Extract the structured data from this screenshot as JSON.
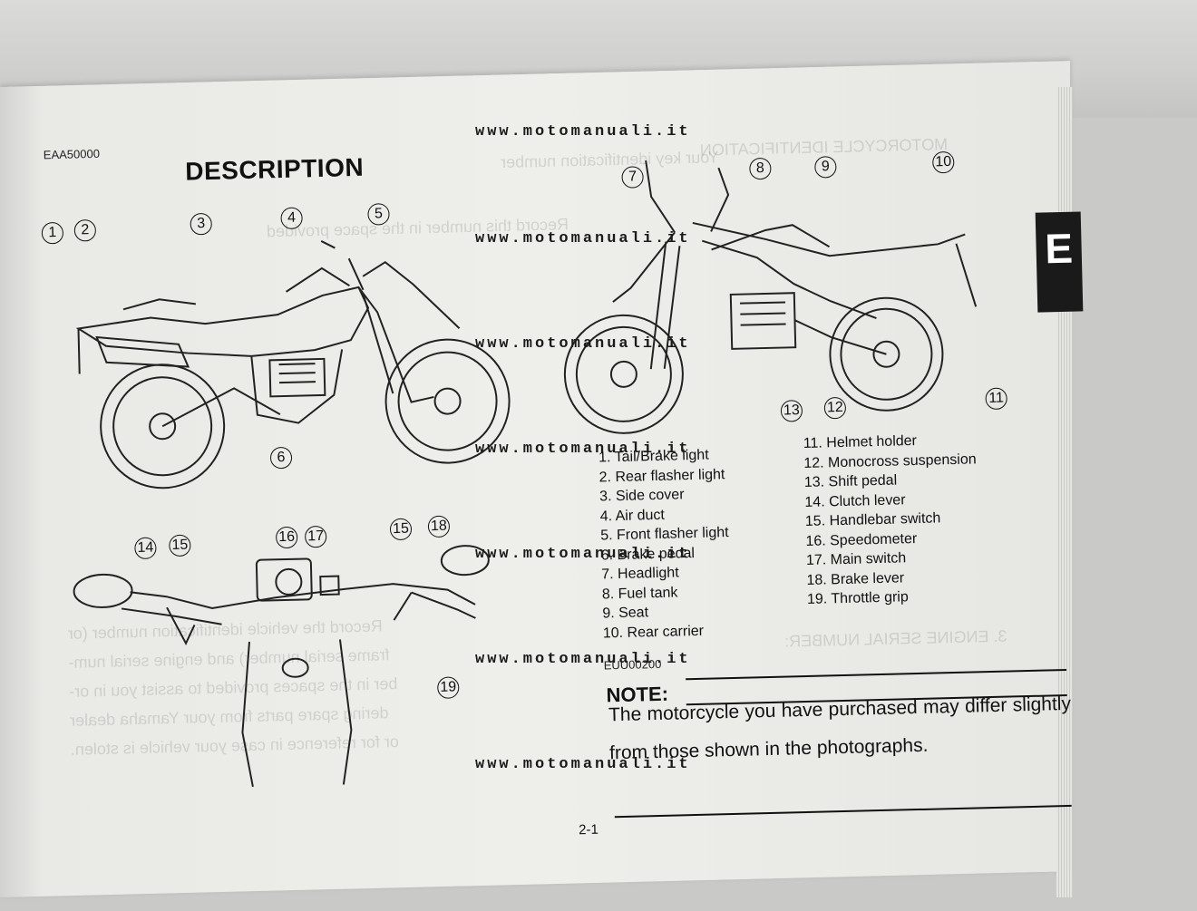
{
  "doc_codes": {
    "top_code": "EAA50000",
    "note_code": "EUU00200"
  },
  "title": "DESCRIPTION",
  "language_tab": "E",
  "callouts": {
    "c1": "1",
    "c2": "2",
    "c3": "3",
    "c4": "4",
    "c5": "5",
    "c6": "6",
    "c7": "7",
    "c8": "8",
    "c9": "9",
    "c10": "10",
    "c11": "11",
    "c12": "12",
    "c13": "13",
    "c14": "14",
    "c15a": "15",
    "c15b": "15",
    "c16": "16",
    "c17": "17",
    "c18": "18",
    "c19": "19"
  },
  "parts_left": [
    "1.  Tail/Brake light",
    "2.  Rear flasher light",
    "3.  Side cover",
    "4.  Air duct",
    "5.  Front flasher light",
    "6.  Brake pedal",
    "7.  Headlight",
    "8.  Fuel tank",
    "9.  Seat",
    "10.  Rear carrier"
  ],
  "parts_right": [
    "11.  Helmet holder",
    "12.  Monocross suspension",
    "13.  Shift pedal",
    "14.  Clutch lever",
    "15.  Handlebar switch",
    "16.  Speedometer",
    "17.  Main switch",
    "18.  Brake lever",
    "19.  Throttle grip"
  ],
  "note": {
    "heading": "NOTE:",
    "text": "The motorcycle you have purchased may differ slightly from those shown in the photographs."
  },
  "page_number": "2-1",
  "watermark": "www.motomanuali.it",
  "show_through": [
    "Your key identification number",
    "Record this number in the space provided",
    "Record the vehicle identification number (or",
    "frame serial number) and engine serial num-",
    "ber in the spaces provided to assist you in or-",
    "dering spare parts from your Yamaha dealer",
    "or for reference in case your vehicle is stolen.",
    "MOTORCYCLE IDENTIFICATION",
    "3. ENGINE SERIAL NUMBER:"
  ]
}
